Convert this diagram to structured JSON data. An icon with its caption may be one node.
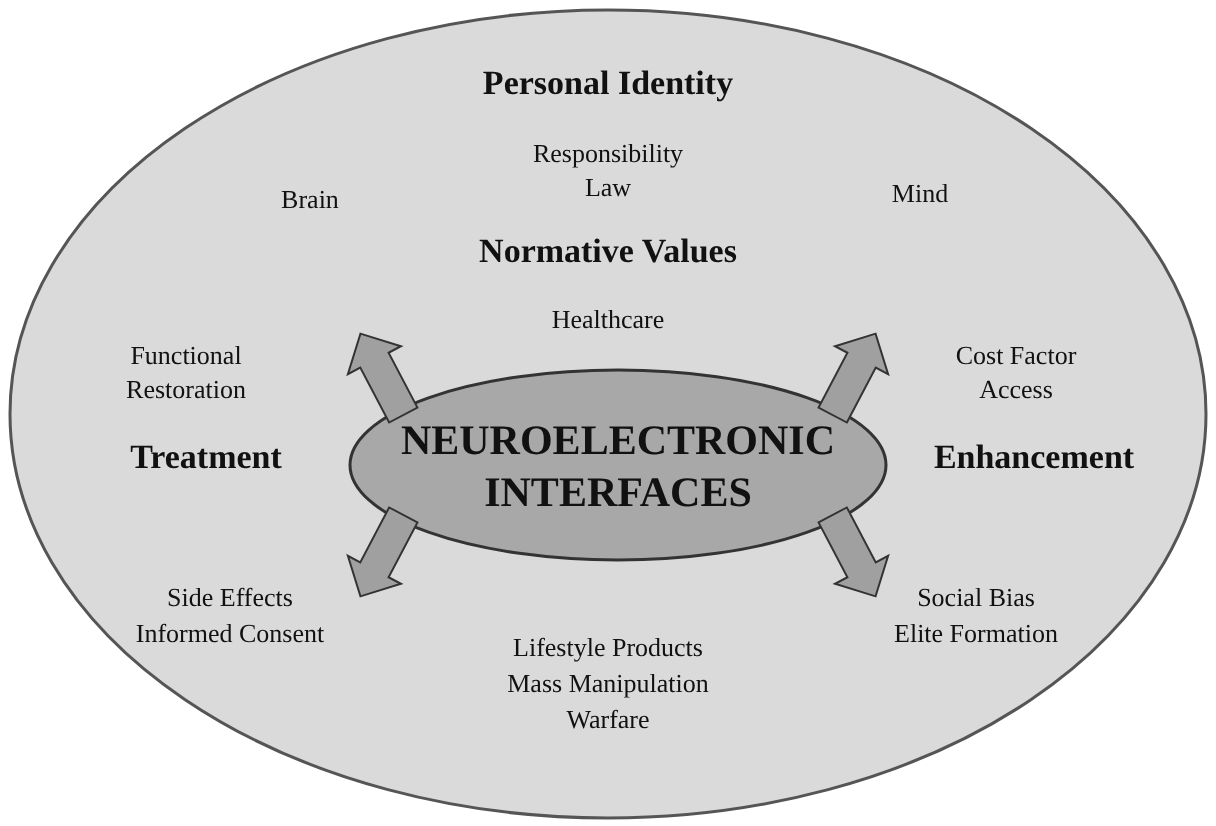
{
  "diagram": {
    "nodes": [
      {
        "text": [],
        "shape": "ellipse"
      },
      {
        "text": [
          "NEUROELECTRONIC INTERFACES"
        ],
        "in": 0
      }
    ],
    "edges": [
      {
        "from": 1,
        "to": null,
        "arrow": "to"
      },
      {
        "from": 1,
        "to": null,
        "arrow": "to"
      },
      {
        "from": 1,
        "to": null,
        "arrow": "to"
      },
      {
        "from": 1,
        "to": null,
        "arrow": "to"
      }
    ],
    "labels": [
      "Personal Identity",
      "Responsibility",
      "Law",
      "Brain",
      "Mind",
      "Normative Values",
      "Healthcare",
      "Functional",
      "Restoration",
      "Cost Factor",
      "Access",
      "Treatment",
      "Enhancement",
      "Side Effects",
      "Informed Consent",
      "Social Bias",
      "Elite Formation",
      "Lifestyle Products",
      "Mass Manipulation",
      "Warfare"
    ]
  }
}
